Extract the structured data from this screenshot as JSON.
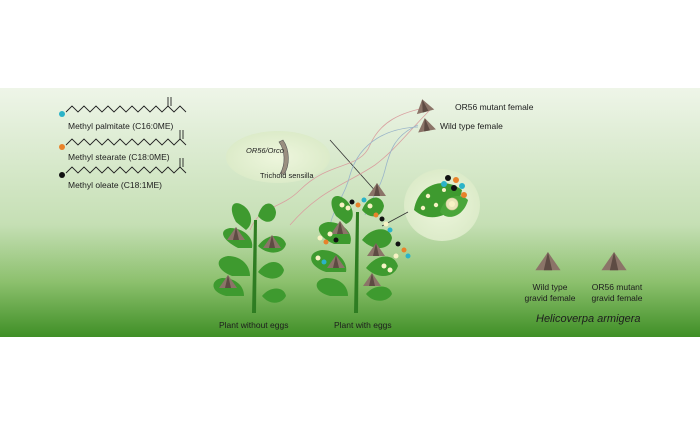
{
  "compounds": [
    {
      "label": "Methyl palmitate (C16:0ME)",
      "color": "#2bb3c8"
    },
    {
      "label": "Methyl stearate (C18:0ME)",
      "color": "#e8822a"
    },
    {
      "label": "Methyl oleate (C18:1ME)",
      "color": "#111111"
    }
  ],
  "females": {
    "mutant": "OR56 mutant female",
    "wild": "Wild type female"
  },
  "sensilla": {
    "receptor": "OR56/Orco",
    "name": "Trichoid sensilla"
  },
  "plants": {
    "without_eggs": "Plant without eggs",
    "with_eggs": "Plant with eggs"
  },
  "gravid": {
    "wild": [
      "Wild type",
      "gravid female"
    ],
    "mutant": [
      "OR56 mutant",
      "gravid female"
    ]
  },
  "species": "Helicoverpa armigera",
  "colors": {
    "bg_top": "#eaf3e4",
    "bg_bottom": "#4c9a2e",
    "leaf": "#3e9a2f",
    "leaf_light": "#7ec45a",
    "stem": "#2e7d22",
    "moth": "#8b7468",
    "path_mutant": "#d9a0a0",
    "path_wild": "#9ab5c9",
    "egg": "#f7f2c4"
  }
}
